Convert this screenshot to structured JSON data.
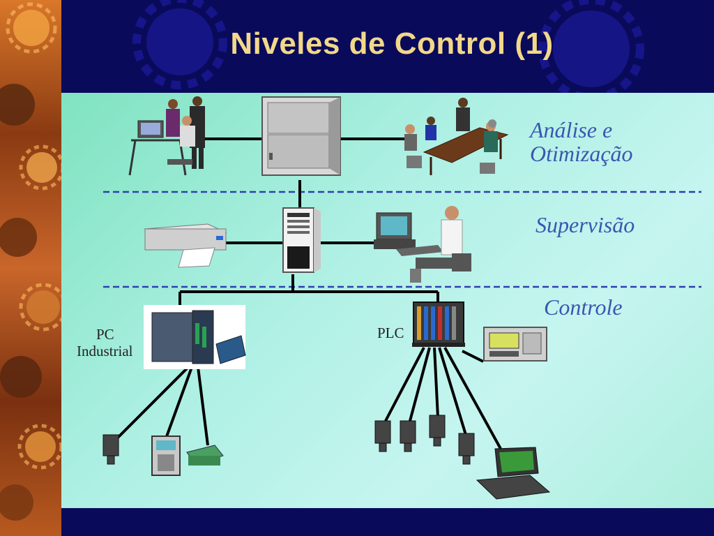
{
  "slide": {
    "title": "Niveles de Control (1)"
  },
  "levels": [
    {
      "id": "analysis",
      "label_line1": "Análise e",
      "label_line2": "Otimização"
    },
    {
      "id": "supervision",
      "label": "Supervisão"
    },
    {
      "id": "control",
      "label": "Controle"
    }
  ],
  "devices": {
    "pc_industrial_line1": "PC",
    "pc_industrial_line2": "Industrial",
    "plc": "PLC"
  },
  "colors": {
    "background": "#0a0a5a",
    "title": "#f2d88a",
    "panel_start": "#7fe3c0",
    "panel_end": "#c6f5f0",
    "level_text": "#3a57b0",
    "dashed_line": "#2f3fb0",
    "wire": "#000000"
  },
  "icons": [
    "gear-icon",
    "workstation-icon",
    "server-icon",
    "meeting-icon",
    "printer-icon",
    "computer-icon",
    "operator-icon",
    "industrial-pc-icon",
    "plc-rack-icon",
    "hmi-panel-icon",
    "sensor-icon",
    "handheld-icon",
    "laptop-icon"
  ]
}
